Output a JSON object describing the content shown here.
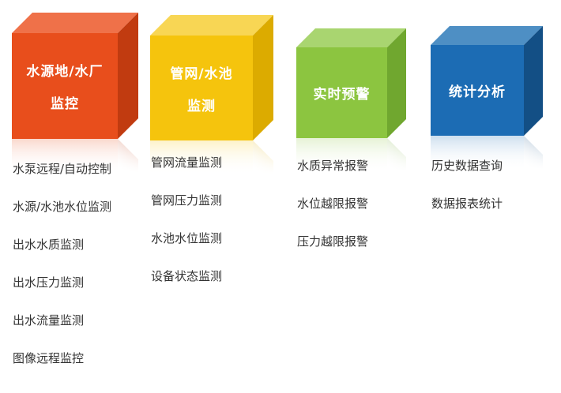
{
  "page": {
    "background": "#ffffff"
  },
  "columns": [
    {
      "title_lines": [
        "水源地/水厂",
        "监控"
      ],
      "colors": {
        "front": "#e84e1c",
        "top": "#ef7149",
        "side": "#c13b10"
      },
      "items": [
        "水泵远程/自动控制",
        "水源/水池水位监测",
        "出水水质监测",
        "出水压力监测",
        "出水流量监测",
        "图像远程监控"
      ]
    },
    {
      "title_lines": [
        "管网/水池",
        "监测"
      ],
      "colors": {
        "front": "#f5c40d",
        "top": "#f8d654",
        "side": "#dcab00"
      },
      "items": [
        "管网流量监测",
        "管网压力监测",
        "水池水位监测",
        "设备状态监测"
      ]
    },
    {
      "title_lines": [
        "实时预警"
      ],
      "colors": {
        "front": "#8cc540",
        "top": "#a9d570",
        "side": "#70a72f"
      },
      "items": [
        "水质异常报警",
        "水位越限报警",
        "压力越限报警"
      ]
    },
    {
      "title_lines": [
        "统计分析"
      ],
      "colors": {
        "front": "#1c6cb4",
        "top": "#4e8fc4",
        "side": "#134f85"
      },
      "items": [
        "历史数据查询",
        "数据报表统计"
      ]
    }
  ]
}
